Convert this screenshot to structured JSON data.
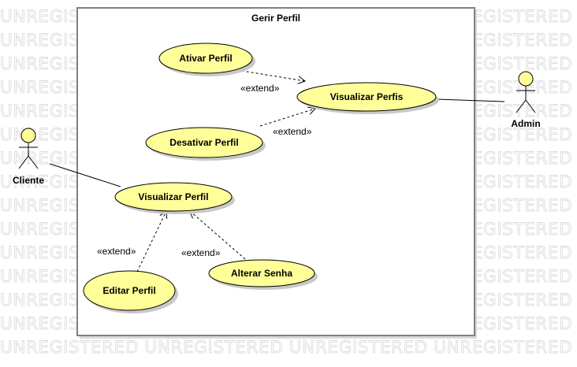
{
  "watermark": {
    "text": "UNREGISTERED",
    "color": "#dcdcdc"
  },
  "boundary": {
    "title": "Gerir Perfil",
    "border_color": "#808080"
  },
  "colors": {
    "use_case_fill": "#ffff99",
    "use_case_stroke": "#000000",
    "actor_head_fill": "#ffff99",
    "shadow": "#c8c8c8"
  },
  "actors": [
    {
      "id": "cliente",
      "label": "Cliente"
    },
    {
      "id": "admin",
      "label": "Admin"
    }
  ],
  "use_cases": [
    {
      "id": "ativar_perfil",
      "label": "Ativar Perfil"
    },
    {
      "id": "visualizar_perfis",
      "label": "Visualizar Perfis"
    },
    {
      "id": "desativar_perfil",
      "label": "Desativar Perfil"
    },
    {
      "id": "visualizar_perfil",
      "label": "Visualizar Perfil"
    },
    {
      "id": "editar_perfil",
      "label": "Editar Perfil"
    },
    {
      "id": "alterar_senha",
      "label": "Alterar Senha"
    }
  ],
  "associations": [
    {
      "actor": "cliente",
      "use_case": "visualizar_perfil"
    },
    {
      "actor": "admin",
      "use_case": "visualizar_perfis"
    }
  ],
  "extends": [
    {
      "from": "ativar_perfil",
      "to": "visualizar_perfis",
      "stereotype": "«extend»"
    },
    {
      "from": "desativar_perfil",
      "to": "visualizar_perfis",
      "stereotype": "«extend»"
    },
    {
      "from": "editar_perfil",
      "to": "visualizar_perfil",
      "stereotype": "«extend»"
    },
    {
      "from": "alterar_senha",
      "to": "visualizar_perfil",
      "stereotype": "«extend»"
    }
  ]
}
